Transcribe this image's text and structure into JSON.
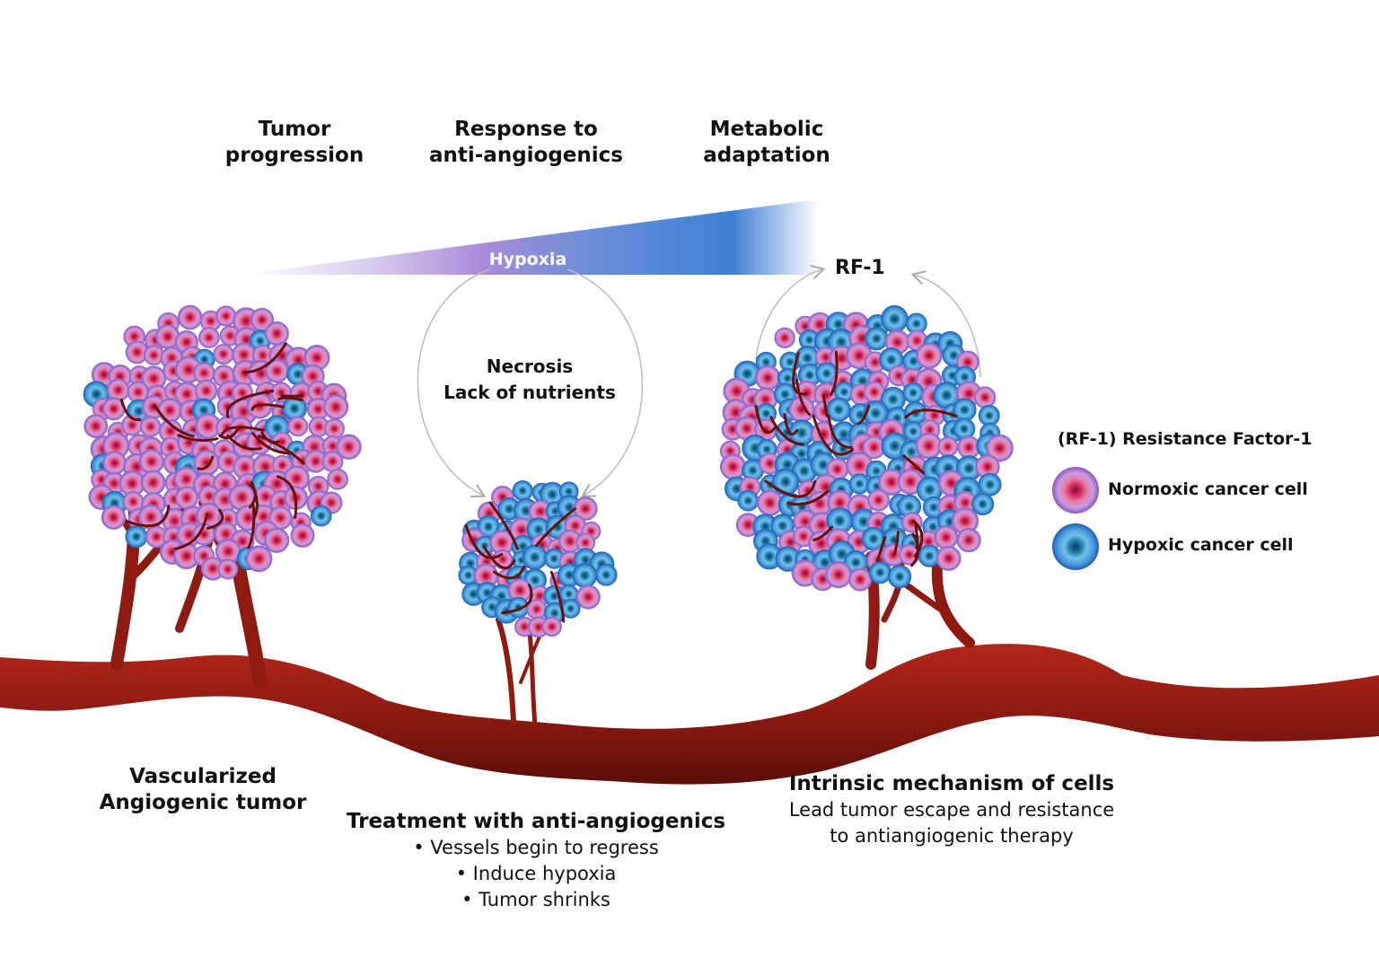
{
  "headers": {
    "col1": [
      "Tumor",
      "progression"
    ],
    "col2": [
      "Response to",
      "anti-angiogenics"
    ],
    "col3": [
      "Metabolic",
      "adaptation"
    ]
  },
  "hypoxia_label": "Hypoxia",
  "rf1_label": "RF-1",
  "center_note": [
    "Necrosis",
    "Lack of nutrients"
  ],
  "legend": {
    "title": "(RF-1) Resistance Factor-1",
    "normoxic": "Normoxic cancer cell",
    "hypoxic": "Hypoxic cancer cell"
  },
  "captions": {
    "left": [
      "Vascularized",
      "Angiogenic tumor"
    ],
    "middle": {
      "title": "Treatment with anti-angiogenics",
      "bullets": [
        "• Vessels begin to regress",
        "• Induce hypoxia",
        "• Tumor shrinks"
      ]
    },
    "right": {
      "title": "Intrinsic mechanism of cells",
      "lines": [
        "Lead tumor escape and resistance",
        "to antiangiogenic therapy"
      ]
    }
  },
  "colors": {
    "vessel": "#8e1a12",
    "vessel_dark": "#5a0d08",
    "normoxic_outer": "#b98ad6",
    "normoxic_core": "#d2245a",
    "hypoxic_outer": "#4a96dd",
    "hypoxic_core": "#1a5f8f",
    "hypoxia_start": "#b39ddb",
    "hypoxia_end": "#3f7fd4"
  }
}
